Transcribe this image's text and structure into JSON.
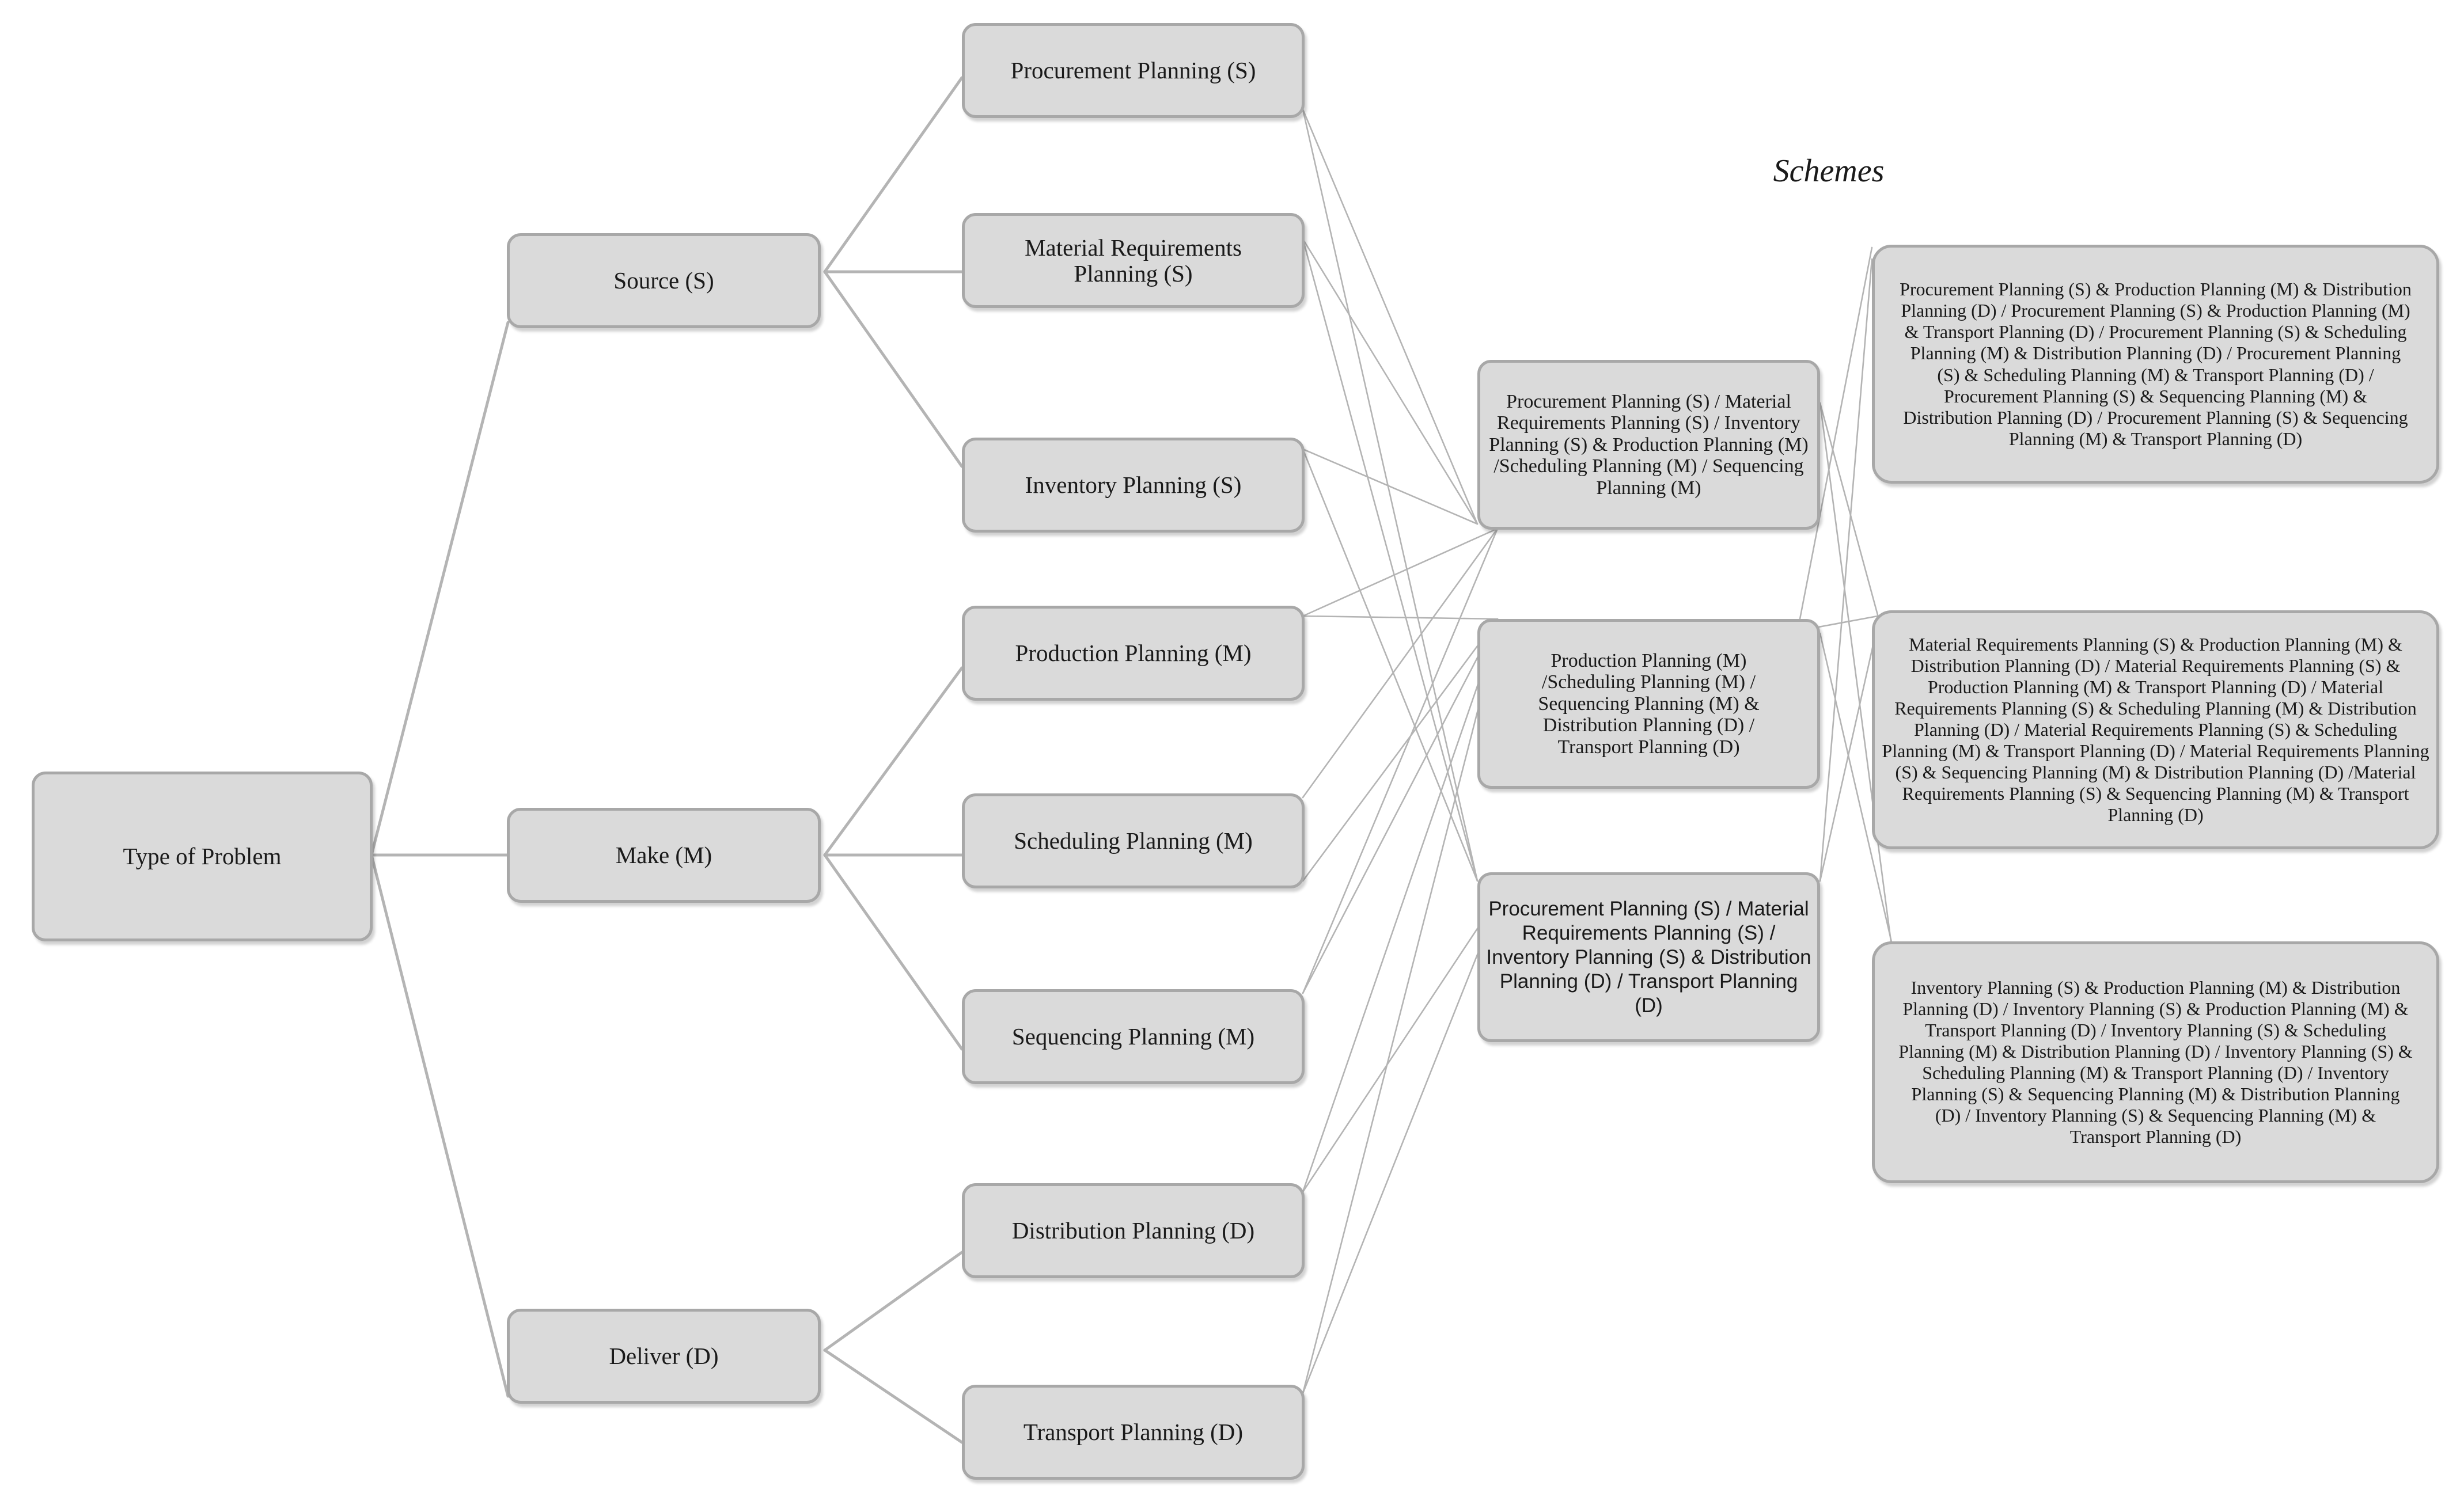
{
  "diagram": {
    "title": "Schemes",
    "root": "Type of Problem",
    "categories": [
      {
        "id": "source",
        "label": "Source (S)"
      },
      {
        "id": "make",
        "label": "Make (M)"
      },
      {
        "id": "deliver",
        "label": "Deliver (D)"
      }
    ],
    "planning": [
      {
        "id": "procurement",
        "label": "Procurement Planning (S)"
      },
      {
        "id": "mrp",
        "label": "Material Requirements Planning (S)"
      },
      {
        "id": "inventory",
        "label": "Inventory Planning (S)"
      },
      {
        "id": "production",
        "label": "Production Planning (M)"
      },
      {
        "id": "scheduling",
        "label": "Scheduling Planning (M)"
      },
      {
        "id": "sequencing",
        "label": "Sequencing Planning (M)"
      },
      {
        "id": "distribution",
        "label": "Distribution Planning (D)"
      },
      {
        "id": "transport",
        "label": "Transport Planning (D)"
      }
    ],
    "schemes": [
      {
        "id": "s1",
        "label": "Procurement Planning (S) / Material Requirements Planning (S) / Inventory Planning (S) & Production Planning (M) /Scheduling Planning (M) / Sequencing Planning (M)"
      },
      {
        "id": "s2",
        "label": "Production Planning (M) /Scheduling Planning (M) / Sequencing Planning (M) & Distribution Planning (D) / Transport Planning (D)"
      },
      {
        "id": "s3",
        "label": "Procurement Planning (S) / Material Requirements Planning (S) / Inventory Planning (S) & Distribution Planning (D) / Transport Planning (D)"
      }
    ],
    "combinations": [
      {
        "id": "c1",
        "label": "Procurement Planning (S) & Production Planning (M) & Distribution Planning (D) / Procurement Planning (S) & Production Planning (M) & Transport Planning (D) / Procurement Planning (S) & Scheduling Planning (M) & Distribution Planning (D) / Procurement Planning (S) & Scheduling Planning (M) & Transport Planning (D) / Procurement Planning (S) & Sequencing Planning (M) & Distribution Planning (D) / Procurement Planning (S) & Sequencing Planning (M) & Transport Planning (D)"
      },
      {
        "id": "c2",
        "label": "Material Requirements Planning (S) & Production Planning (M) & Distribution Planning (D) / Material Requirements Planning (S) & Production Planning (M) & Transport Planning (D) / Material Requirements Planning (S) & Scheduling Planning (M) & Distribution Planning (D) / Material Requirements Planning (S) & Scheduling Planning (M) & Transport Planning (D) / Material Requirements Planning (S) & Sequencing Planning (M) & Distribution Planning (D) /Material Requirements Planning (S) & Sequencing Planning (M) & Transport Planning (D)"
      },
      {
        "id": "c3",
        "label": "Inventory Planning (S) & Production Planning (M) & Distribution Planning (D) / Inventory Planning (S) & Production Planning (M) & Transport Planning (D) / Inventory Planning (S) & Scheduling Planning (M) & Distribution Planning (D) / Inventory Planning (S) & Scheduling Planning (M) & Transport Planning (D) / Inventory Planning (S) & Sequencing Planning (M) & Distribution Planning (D) / Inventory Planning (S) & Sequencing Planning (M) & Transport Planning (D)"
      }
    ]
  }
}
